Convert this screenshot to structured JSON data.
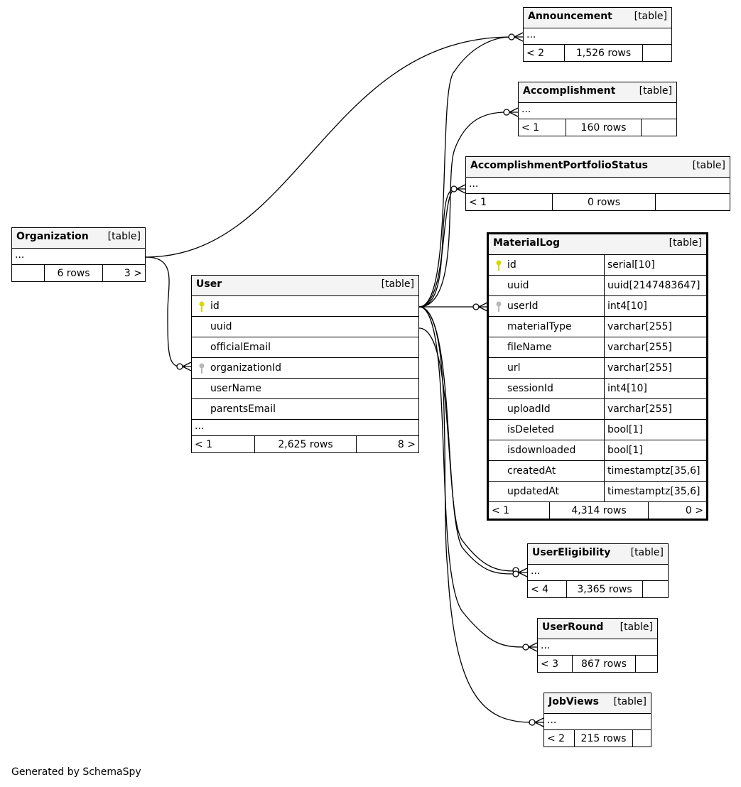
{
  "tables": {
    "announcement": {
      "name": "Announcement",
      "kind": "[table]",
      "ellipsis": "...",
      "parents": "< 2",
      "rows": "1,526 rows",
      "children": ""
    },
    "accomplishment": {
      "name": "Accomplishment",
      "kind": "[table]",
      "ellipsis": "...",
      "parents": "< 1",
      "rows": "160 rows",
      "children": ""
    },
    "accomplishment_portfolio_status": {
      "name": "AccomplishmentPortfolioStatus",
      "kind": "[table]",
      "ellipsis": "...",
      "parents": "< 1",
      "rows": "0 rows",
      "children": ""
    },
    "organization": {
      "name": "Organization",
      "kind": "[table]",
      "ellipsis": "...",
      "parents": "",
      "rows": "6 rows",
      "children": "3 >"
    },
    "user": {
      "name": "User",
      "kind": "[table]",
      "ellipsis": "...",
      "parents": "< 1",
      "rows": "2,625 rows",
      "children": "8 >",
      "columns": [
        "id",
        "uuid",
        "officialEmail",
        "organizationId",
        "userName",
        "parentsEmail"
      ]
    },
    "material_log": {
      "name": "MaterialLog",
      "kind": "[table]",
      "parents": "< 1",
      "rows": "4,314 rows",
      "children": "0 >",
      "columns": [
        {
          "name": "id",
          "type": "serial[10]"
        },
        {
          "name": "uuid",
          "type": "uuid[2147483647]"
        },
        {
          "name": "userId",
          "type": "int4[10]"
        },
        {
          "name": "materialType",
          "type": "varchar[255]"
        },
        {
          "name": "fileName",
          "type": "varchar[255]"
        },
        {
          "name": "url",
          "type": "varchar[255]"
        },
        {
          "name": "sessionId",
          "type": "int4[10]"
        },
        {
          "name": "uploadId",
          "type": "varchar[255]"
        },
        {
          "name": "isDeleted",
          "type": "bool[1]"
        },
        {
          "name": "isdownloaded",
          "type": "bool[1]"
        },
        {
          "name": "createdAt",
          "type": "timestamptz[35,6]"
        },
        {
          "name": "updatedAt",
          "type": "timestamptz[35,6]"
        }
      ]
    },
    "user_eligibility": {
      "name": "UserEligibility",
      "kind": "[table]",
      "ellipsis": "...",
      "parents": "< 4",
      "rows": "3,365 rows",
      "children": ""
    },
    "user_round": {
      "name": "UserRound",
      "kind": "[table]",
      "ellipsis": "...",
      "parents": "< 3",
      "rows": "867 rows",
      "children": ""
    },
    "job_views": {
      "name": "JobViews",
      "kind": "[table]",
      "ellipsis": "...",
      "parents": "< 2",
      "rows": "215 rows",
      "children": ""
    }
  },
  "key_colors": {
    "primary": "#d8d800",
    "foreign": "#b8b8b8"
  },
  "credit": "Generated by SchemaSpy"
}
